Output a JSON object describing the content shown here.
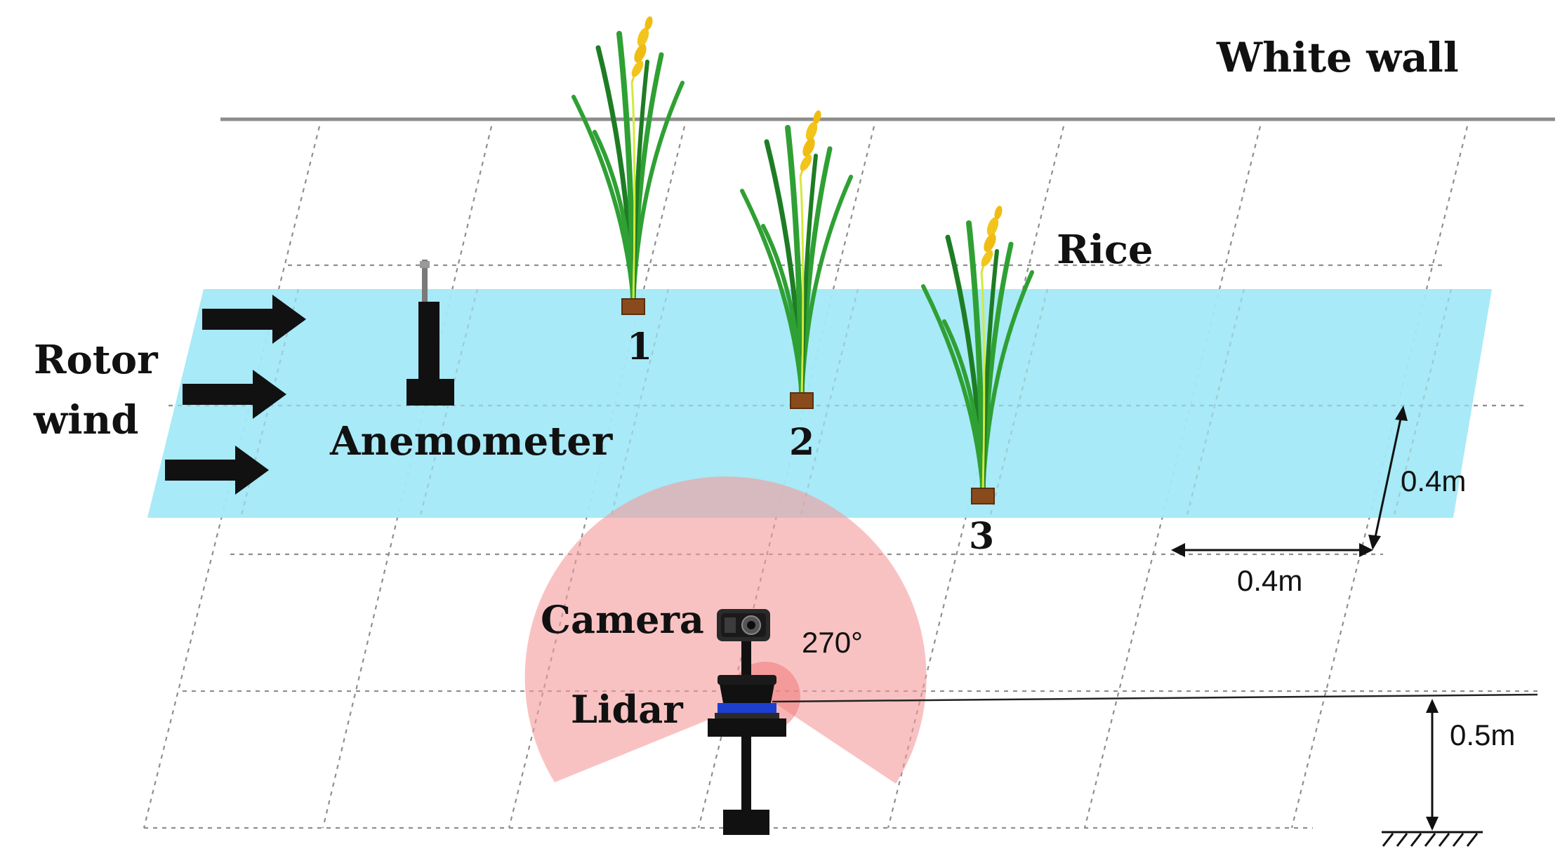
{
  "labels": {
    "white_wall": "White wall",
    "rice": "Rice",
    "rotor_wind_line1": "Rotor",
    "rotor_wind_line2": "wind",
    "anemometer": "Anemometer",
    "camera": "Camera",
    "lidar": "Lidar",
    "angle": "270°",
    "spacing_vertical": "0.4m",
    "spacing_horizontal": "0.4m",
    "height": "0.5m"
  },
  "plants": [
    "1",
    "2",
    "3"
  ],
  "colors": {
    "wind_band": "#a3e9f7",
    "lidar_fov": "#f59a9a",
    "leaf": "#2fa033",
    "leaf_dark": "#1e7d24",
    "grain": "#f2c51c",
    "pot": "#8a4b1c",
    "ink": "#111111"
  }
}
